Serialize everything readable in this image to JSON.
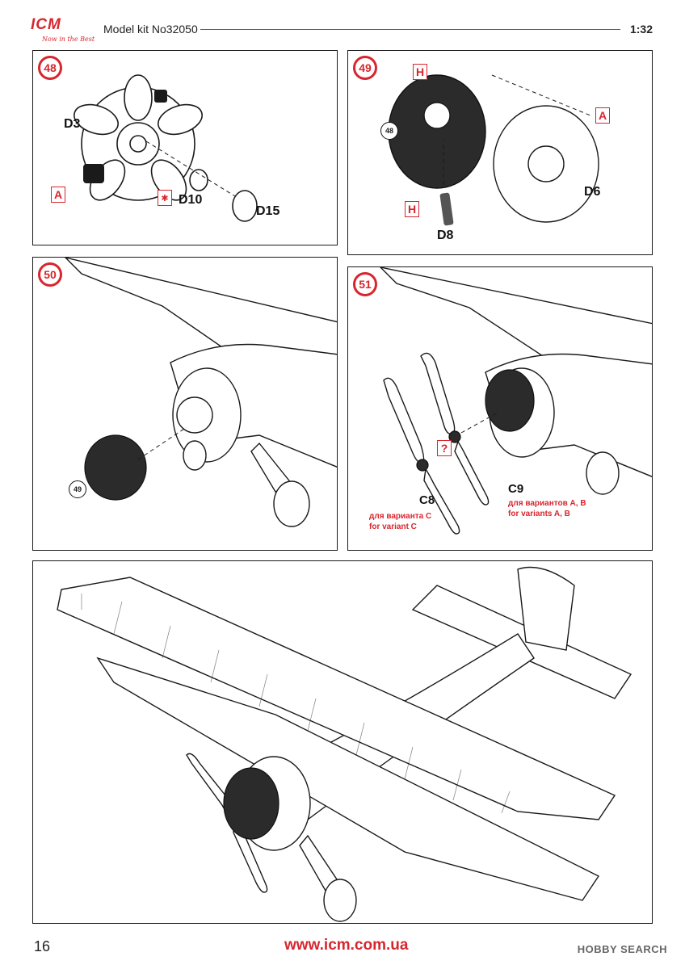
{
  "header": {
    "brand": "ICM",
    "slogan": "Now in the Best",
    "model_kit": "Model kit No32050",
    "scale": "1:32"
  },
  "step48": {
    "number": "48",
    "parts": {
      "d3": "D3",
      "d10": "D10",
      "d15": "D15"
    },
    "marker": "A"
  },
  "step49": {
    "number": "49",
    "ref": "48",
    "parts": {
      "d6": "D6",
      "d8": "D8"
    },
    "marker_a": "A",
    "marker_h_top": "H",
    "marker_h_bottom": "H"
  },
  "step50": {
    "number": "50",
    "ref": "49"
  },
  "step51": {
    "number": "51",
    "marker_q": "?",
    "c8": {
      "label": "C8",
      "ru": "для варианта C",
      "en": "for variant C"
    },
    "c9": {
      "label": "C9",
      "ru": "для вариантов A, B",
      "en": "for variants A, B"
    }
  },
  "footer": {
    "page": "16",
    "url": "www.icm.com.ua",
    "watermark": "HOBBY SEARCH"
  },
  "colors": {
    "accent": "#d7262e",
    "line": "#1a1a1a"
  }
}
